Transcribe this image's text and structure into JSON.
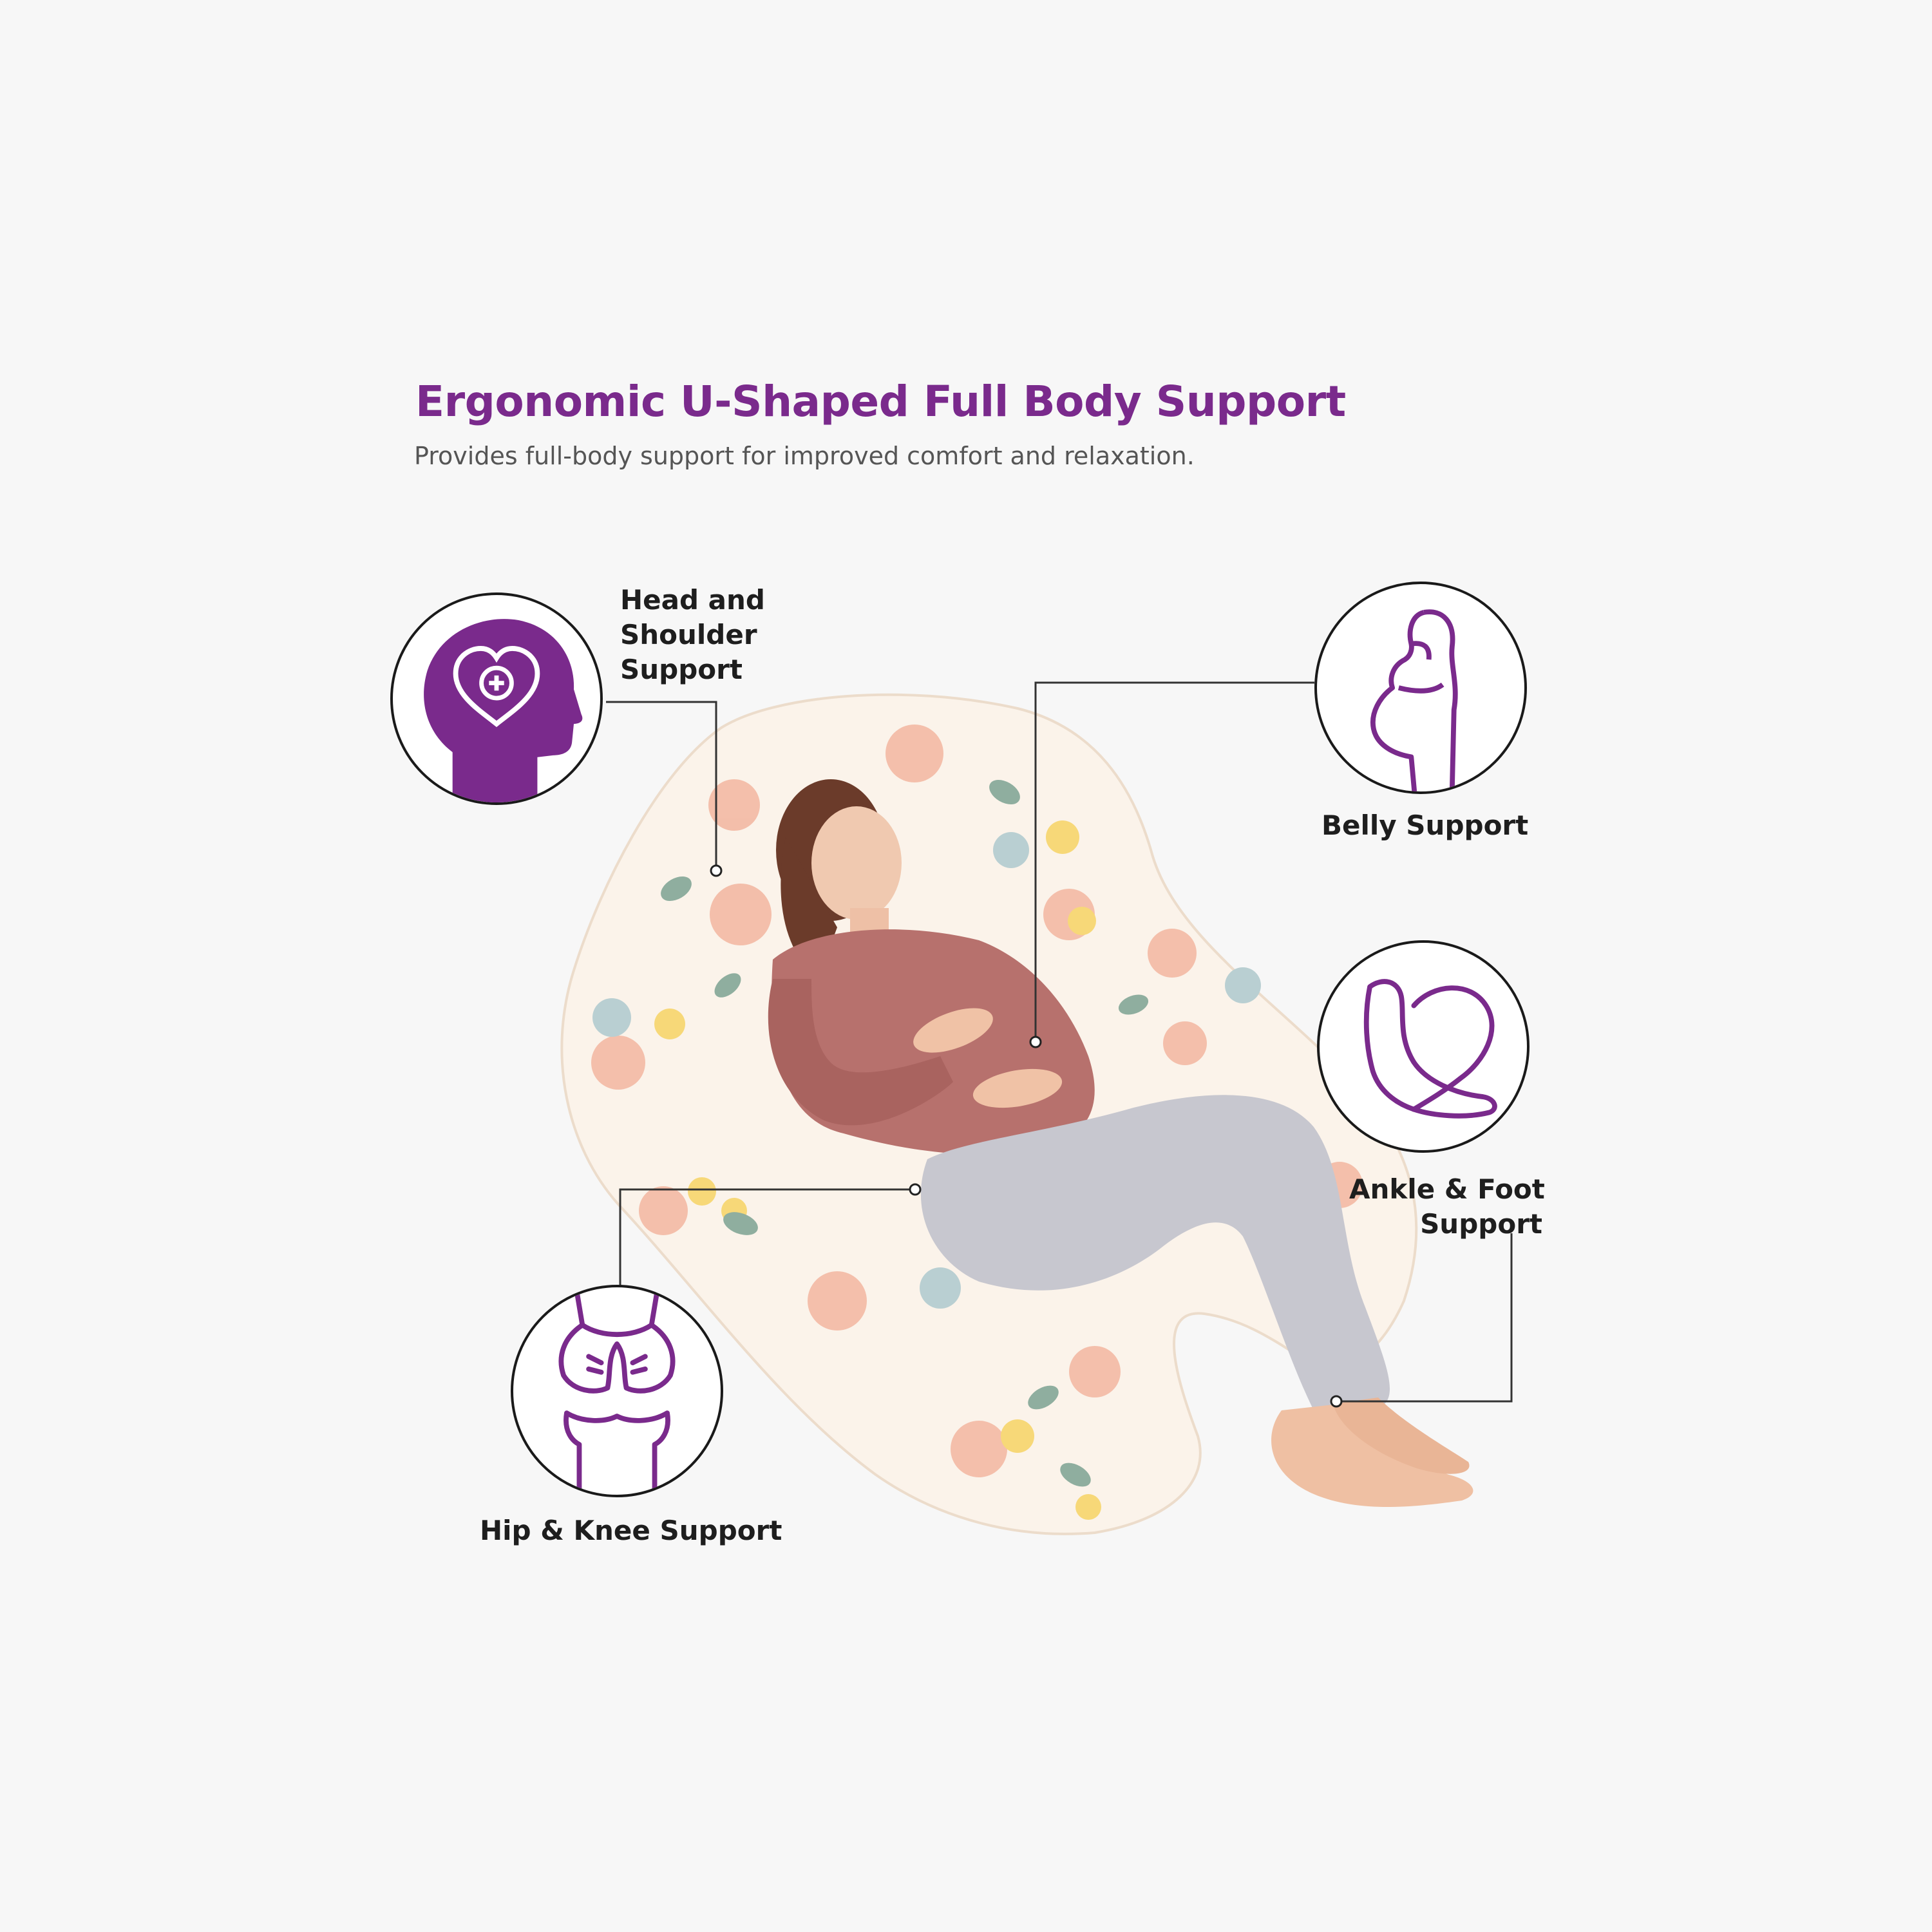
{
  "header": {
    "title": "Ergonomic U-Shaped Full Body Support",
    "subtitle": "Provides full-body support for improved comfort and relaxation."
  },
  "features": {
    "head": {
      "line1": "Head and",
      "line2": "Shoulder",
      "line3": "Support",
      "icon": "head-heart-icon"
    },
    "belly": {
      "label": "Belly Support",
      "icon": "pregnant-woman-icon"
    },
    "ankle": {
      "line1": "Ankle & Foot",
      "line2": "Support",
      "icon": "foot-heart-icon"
    },
    "hip": {
      "label": "Hip & Knee Support",
      "icon": "knee-joint-icon"
    }
  },
  "colors": {
    "accent": "#7a2a8c",
    "text": "#1e1e1e",
    "background": "#f7f7f7"
  }
}
